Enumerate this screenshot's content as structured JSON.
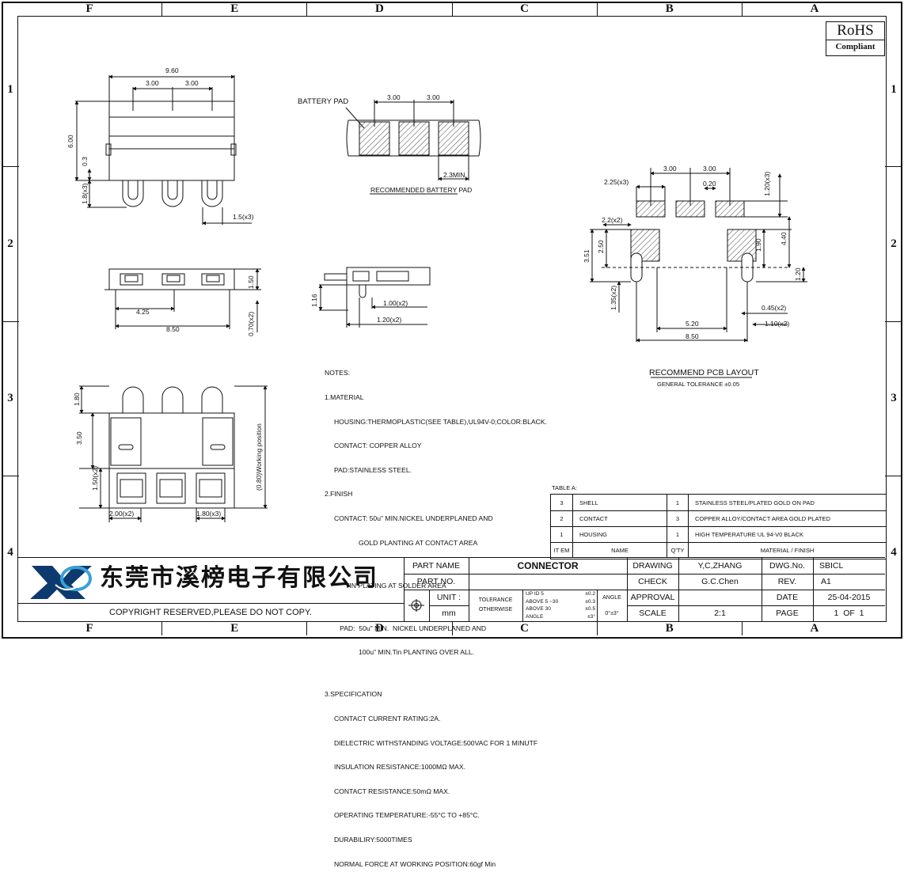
{
  "zones": {
    "columns": [
      "F",
      "E",
      "D",
      "C",
      "B",
      "A"
    ],
    "rows": [
      "1",
      "2",
      "3",
      "4"
    ]
  },
  "rohs": {
    "line1": "RoHS",
    "line2": "Compliant"
  },
  "dims_top_view": {
    "width": "9.60",
    "pitch1": "3.00",
    "pitch2": "3.00",
    "height": "6.00",
    "d_03": "0.3",
    "d_18": "1.8(x3)",
    "d_15": "1.5(x3)"
  },
  "battery_pad": {
    "label": "BATTERY PAD",
    "pitch1": "3.00",
    "pitch2": "3.00",
    "min": "2.3MIN.",
    "caption": "RECOMMENDED BATTERY PAD"
  },
  "pcb_layout": {
    "d_225": "2.25(x3)",
    "pitch1": "3.00",
    "pitch2": "3.00",
    "gap": "0.20",
    "d_120x3": "1.20(x3)",
    "d_22": "2.2(x2)",
    "d_351": "3.51",
    "d_250": "2.50",
    "d_190": "1.90",
    "d_440": "4.40",
    "d_120": "1.20",
    "d_135": "1.35(x2)",
    "d_045": "0.45(x2)",
    "d_110": "1.10(x2)",
    "d_520": "5.20",
    "d_850": "8.50",
    "caption": "RECOMMEND PCB LAYOUT",
    "tolerance": "GENERAL TOLERANCE ±0.05"
  },
  "dims_front_view": {
    "d_150": "1.50",
    "d_425": "4.25",
    "d_850": "8.50",
    "d_070": "0.70(x2)"
  },
  "dims_side_view": {
    "d_116": "1.16",
    "d_100": "1.00(x2)",
    "d_120": "1.20(x2)"
  },
  "dims_bottom_view": {
    "d_180": "1.80",
    "d_350": "3.50",
    "d_150": "1.50(x2)",
    "d_200": "2.00(x2)",
    "d_180x3": "1.80(x3)",
    "working": "(0.80)Working position"
  },
  "notes": [
    "NOTES:",
    "1.MATERIAL",
    "     HOUSING:THERMOPLASTIC(SEE TABLE),UL94V-0;COLOR:BLACK.",
    "     CONTACT: COPPER ALLOY",
    "     PAD:STAINLESS STEEL.",
    "2.FINISH",
    "     CONTACT: 50u\" MIN.NICKEL UNDERPLANED AND",
    "                  GOLD PLANTING AT CONTACT AREA",
    "",
    "           TIN PLATING AT SOLDER AREA",
    "",
    "        PAD:  50u\" MIN.  NICKEL UNDERPLANED AND",
    "                  100u\" MIN.Tin PLANTING OVER ALL.",
    "",
    "3.SPECIFICATION",
    "     CONTACT CURRENT RATING:2A.",
    "     DIELECTRIC WITHSTANDING VOLTAGE:500VAC FOR 1 MINUTF",
    "     INSULATION RESISTANCE:1000MΩ MAX.",
    "     CONTACT RESISTANCE:50mΩ MAX.",
    "     OPERATING TEMPERATURE:-55°C TO +85°C.",
    "     DURABILIRY:5000TIMES",
    "     NORMAL FORCE AT WORKING POSITION:60gf Min"
  ],
  "table_a": {
    "title": "TABLE A:",
    "rows": [
      {
        "item": "3",
        "name": "SHELL",
        "qty": "1",
        "material": "STAINLESS STEEL/PLATED GOLD ON PAD"
      },
      {
        "item": "2",
        "name": "CONTACT",
        "qty": "3",
        "material": "COPPER ALLOY/CONTACT AREA GOLD PLATED"
      },
      {
        "item": "1",
        "name": "HOUSING",
        "qty": "1",
        "material": "HIGH TEMPERATURE UL 94-V0 BLACK"
      }
    ],
    "header": {
      "item": "IT EM",
      "name": "NAME",
      "qty": "Q'TY",
      "material": "MATERIAL / FINISH"
    }
  },
  "title_block": {
    "company": "东莞市溪榜电子有限公司",
    "copyright": "COPYRIGHT RESERVED,PLEASE DO NOT COPY.",
    "part_name_label": "PART NAME",
    "part_name": "CONNECTOR",
    "part_no_label": "PART NO.",
    "part_no": "",
    "unit_label": "UNIT :",
    "unit": "mm",
    "tolerance_label": "TOLERANCE\nOTHERWISE",
    "tol_rows": [
      "UP ID 5",
      "ABOVE 5 ~30",
      "ABOVE 30",
      "ANGLE"
    ],
    "tol_vals": [
      "±0.2",
      "±0.3",
      "±0.5",
      "±3°"
    ],
    "angle_label": "ANGLE",
    "angle_val": "0°±3°",
    "drawing_label": "DRAWING",
    "drawing": "Y,C,ZHANG",
    "check_label": "CHECK",
    "check": "G.C.Chen",
    "approval_label": "APPROVAL",
    "approval": "",
    "scale_label": "SCALE",
    "scale": "2:1",
    "dwg_label": "DWG.No.",
    "dwg": "SBICL",
    "rev_label": "REV.",
    "rev": "A1",
    "date_label": "DATE",
    "date": "25-04-2015",
    "page_label": "PAGE",
    "page": "1  OF  1"
  }
}
